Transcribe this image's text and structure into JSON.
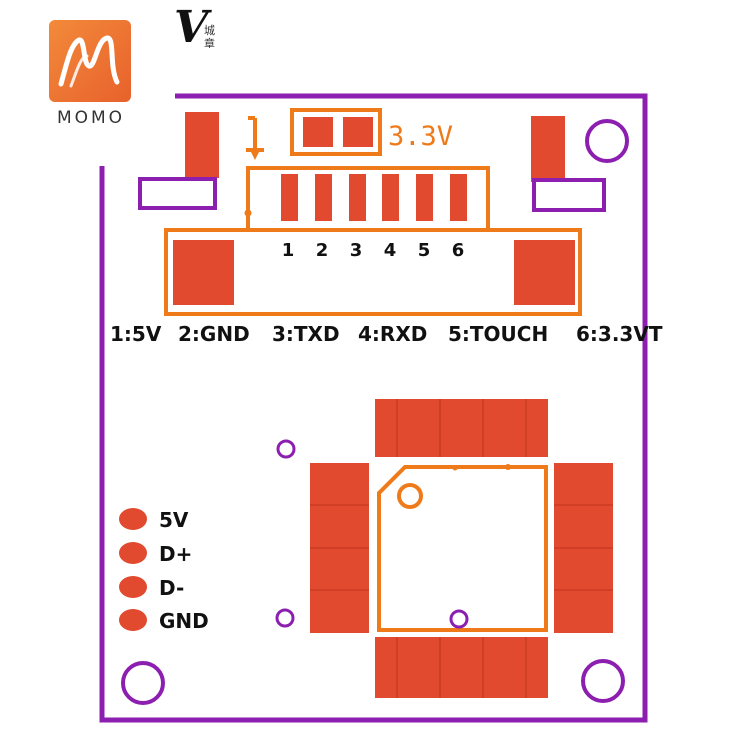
{
  "brand": {
    "logo_text": "MOMO",
    "stamp_mark": "V",
    "stamp_seal": "城章"
  },
  "voltage_label": "3.3V",
  "pins": [
    "1",
    "2",
    "3",
    "4",
    "5",
    "6"
  ],
  "pin_legend": [
    "1:5V",
    "2:GND",
    "3:TXD",
    "4:RXD",
    "5:TOUCH",
    "6:3.3VT"
  ],
  "usb_pads": [
    "5V",
    "D+",
    "D-",
    "GND"
  ],
  "colors": {
    "board_outline": "#8c1fb0",
    "pad": "#e14a2f",
    "silkscreen": "#ee7a1a",
    "text": "#111111"
  }
}
